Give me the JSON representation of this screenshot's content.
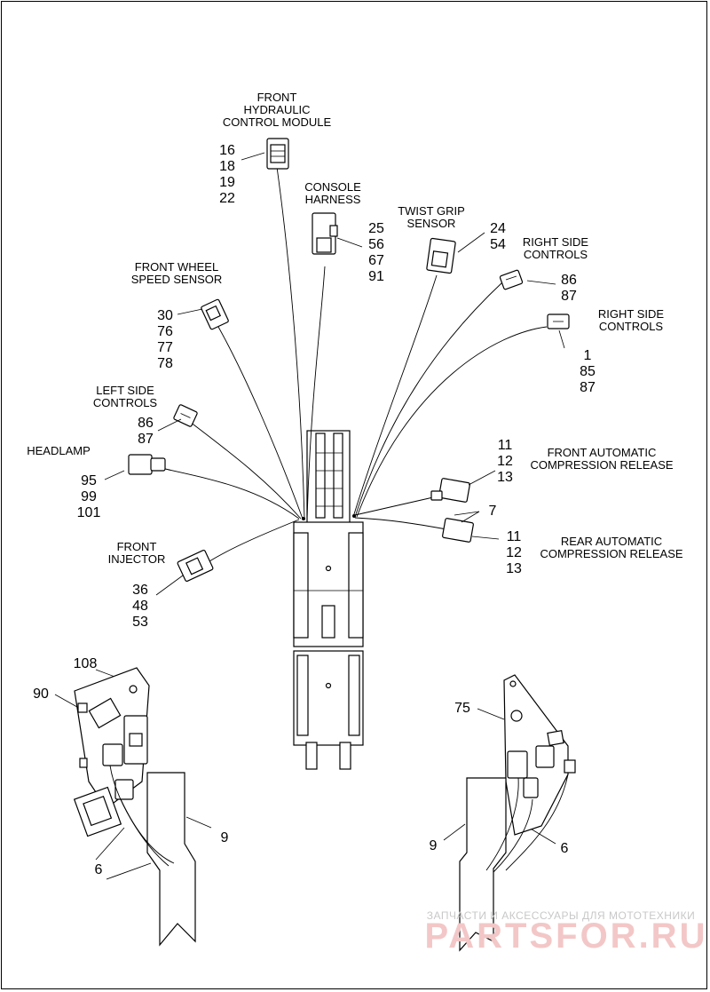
{
  "labels": {
    "front_hcm": [
      "FRONT",
      "HYDRAULIC",
      "CONTROL MODULE"
    ],
    "console": [
      "CONSOLE",
      "HARNESS"
    ],
    "twist": [
      "TWIST GRIP",
      "SENSOR"
    ],
    "rsc1": [
      "RIGHT SIDE",
      "CONTROLS"
    ],
    "rsc2": [
      "RIGHT SIDE",
      "CONTROLS"
    ],
    "fws": [
      "FRONT WHEEL",
      "SPEED SENSOR"
    ],
    "lsc": [
      "LEFT SIDE",
      "CONTROLS"
    ],
    "headlamp": [
      "HEADLAMP"
    ],
    "facr": [
      "FRONT AUTOMATIC",
      "COMPRESSION RELEASE"
    ],
    "racr": [
      "REAR AUTOMATIC",
      "COMPRESSION RELEASE"
    ],
    "injector": [
      "FRONT",
      "INJECTOR"
    ]
  },
  "callouts": {
    "front_hcm": [
      "16",
      "18",
      "19",
      "22"
    ],
    "console": [
      "25",
      "56",
      "67",
      "91"
    ],
    "twist": [
      "24",
      "54"
    ],
    "rsc1": [
      "86",
      "87"
    ],
    "rsc2": [
      "1",
      "85",
      "87"
    ],
    "fws": [
      "30",
      "76",
      "77",
      "78"
    ],
    "lsc": [
      "86",
      "87"
    ],
    "headlamp": [
      "95",
      "99",
      "101"
    ],
    "facr": [
      "11",
      "12",
      "13"
    ],
    "seven": [
      "7"
    ],
    "racr": [
      "11",
      "12",
      "13"
    ],
    "injector": [
      "36",
      "48",
      "53"
    ],
    "n108": [
      "108"
    ],
    "n90": [
      "90"
    ],
    "n9_left": [
      "9"
    ],
    "n6_left": [
      "6"
    ],
    "n75": [
      "75"
    ],
    "n9_right": [
      "9"
    ],
    "n6_right": [
      "6"
    ]
  },
  "watermark": {
    "line1": "ЗАПЧАСТИ И АКСЕССУАРЫ ДЛЯ МОТОТЕХНИКИ",
    "line2": "PARTSFOR.RU"
  }
}
